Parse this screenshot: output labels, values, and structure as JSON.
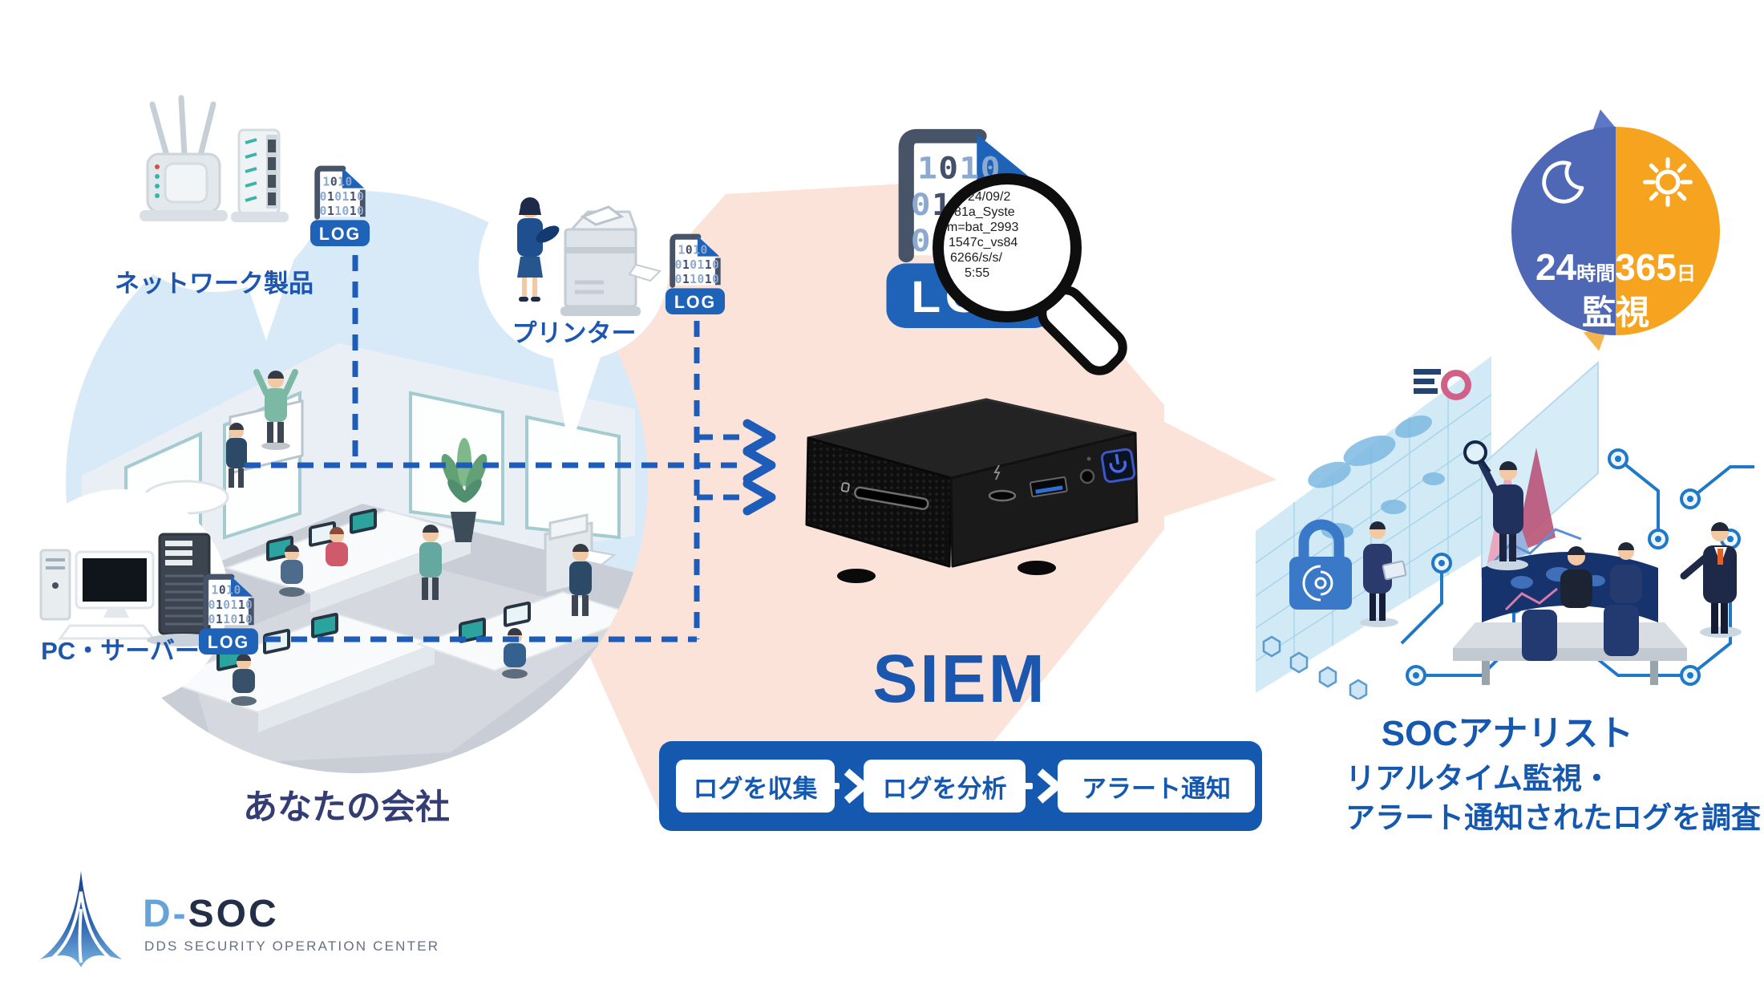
{
  "company": {
    "label": "あなたの会社"
  },
  "sources": [
    {
      "label": "ネットワーク製品"
    },
    {
      "label": "プリンター"
    },
    {
      "label": "PC・サーバー"
    }
  ],
  "log_icon": {
    "label": "LOG",
    "binary_rows": [
      "1010",
      "010110",
      "011010"
    ]
  },
  "magnifier": {
    "lines": [
      "24/09/2",
      "'81a_Syste",
      "m=bat_2993",
      "1547c_vs84",
      "6266/s/s/",
      "5:55"
    ]
  },
  "siem": {
    "title": "SIEM",
    "steps": [
      {
        "label": "ログを収集"
      },
      {
        "label": "ログを分析"
      },
      {
        "label": "アラート通知"
      }
    ]
  },
  "badge": {
    "value_hours": "24",
    "unit_hours": "時間",
    "value_days": "365",
    "unit_days": "日",
    "label": "監視"
  },
  "soc": {
    "title": "SOCアナリスト",
    "lines": [
      "リアルタイム監視・",
      "アラート通知されたログを調査"
    ]
  },
  "logo": {
    "prefix": "D-",
    "name": "SOC",
    "subtitle": "DDS  SECURITY OPERATION CENTER"
  },
  "icons": {
    "magnifier": "magnifier-icon",
    "moon": "crescent-moon-icon",
    "sun": "sun-icon",
    "power": "power-icon",
    "padlock": "padlock-icon",
    "arrow": "chevron-arrow-icon",
    "log_file": "log-file-icon"
  },
  "colors": {
    "accent_blue": "#1558b0",
    "label_navy": "#333d73",
    "dash_blue": "#1d5cb8",
    "log_band_blue": "#1e63b8",
    "log_slate": "#475366",
    "binary_light": "#8ca9cf",
    "binary_dark": "#44506b",
    "beam_pink": "#fbe3da",
    "office_circle_blue": "#d8e9f7",
    "badge_blue": "#4f68b6",
    "badge_orange": "#f6a41f",
    "device_black": "#141414",
    "soc_screen_blue": "#cfe9f6"
  }
}
